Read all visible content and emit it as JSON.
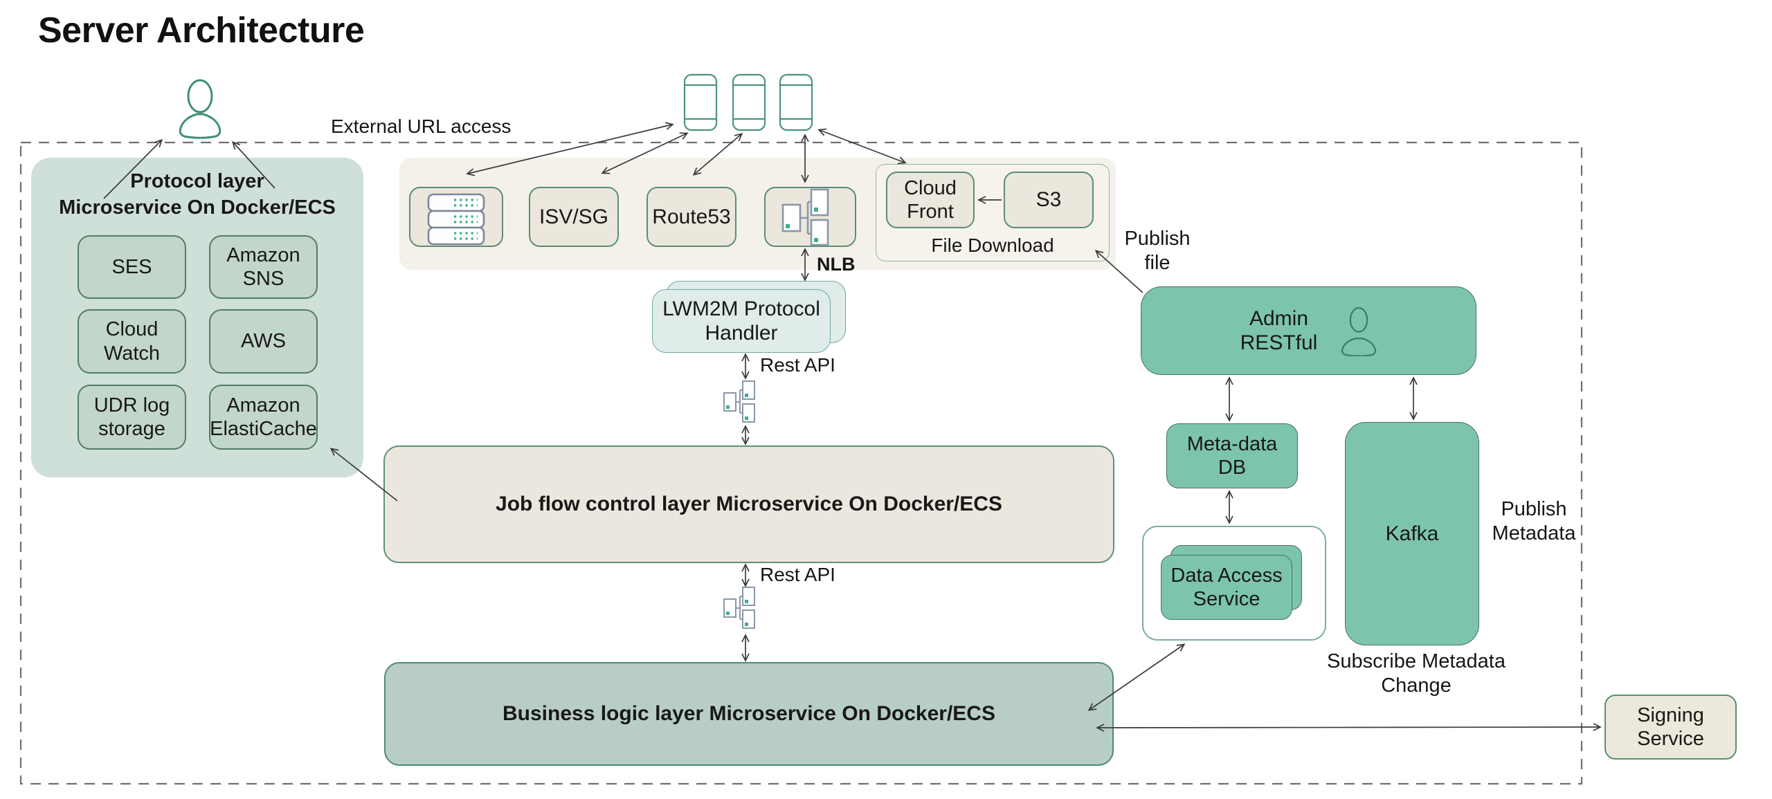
{
  "title": "Server Architecture",
  "labels": {
    "external_url_access": "External URL access",
    "nlb": "NLB",
    "rest_api_top": "Rest API",
    "rest_api_bottom": "Rest API",
    "publish_file": [
      "Publish",
      "file"
    ],
    "publish_metadata": [
      "Publish",
      "Metadata"
    ],
    "subscribe_metadata_change": [
      "Subscribe Metadata",
      "Change"
    ],
    "file_download": "File Download"
  },
  "protocol_layer": {
    "title": [
      "Protocol layer",
      "Microservice On Docker/ECS"
    ],
    "services": {
      "ses": "SES",
      "amazon_sns": [
        "Amazon",
        "SNS"
      ],
      "cloud_watch": [
        "Cloud",
        "Watch"
      ],
      "aws": "AWS",
      "udr_log_storage": [
        "UDR log",
        "storage"
      ],
      "amazon_elasticache": [
        "Amazon",
        "ElastiCache"
      ]
    }
  },
  "edge_row": {
    "isv_sg": "ISV/SG",
    "route53": "Route53",
    "cloud_front": [
      "Cloud",
      "Front"
    ],
    "s3": "S3"
  },
  "core": {
    "lwm2m": [
      "LWM2M Protocol",
      "Handler"
    ],
    "job_flow": "Job flow control layer Microservice On Docker/ECS",
    "business_logic": "Business logic layer Microservice On Docker/ECS"
  },
  "services_right": {
    "admin": [
      "Admin",
      "RESTful"
    ],
    "meta_data_db": [
      "Meta-data",
      "DB"
    ],
    "kafka": "Kafka",
    "data_access": [
      "Data Access",
      "Service"
    ],
    "signing": [
      "Signing",
      "Service"
    ]
  },
  "colors": {
    "teal_fill": "#7cc4ae",
    "sage_container": "#cfe0d8",
    "sage_inner": "#c2d6cb",
    "beige_container": "#f4f1ea",
    "beige_node": "#ebe7dd",
    "light_blue_node": "#dfecea",
    "job_flow_fill": "#ece7de",
    "business_fill": "#b8cec5",
    "green_border": "#5b8e71",
    "arrow": "#3a3a3a",
    "dashed_border": "#6f6f6f",
    "person_stroke": "#3f8f74",
    "device_stroke": "#4a9380",
    "icon_gray": "#8a97a8",
    "dot_teal": "#3fae8f"
  }
}
